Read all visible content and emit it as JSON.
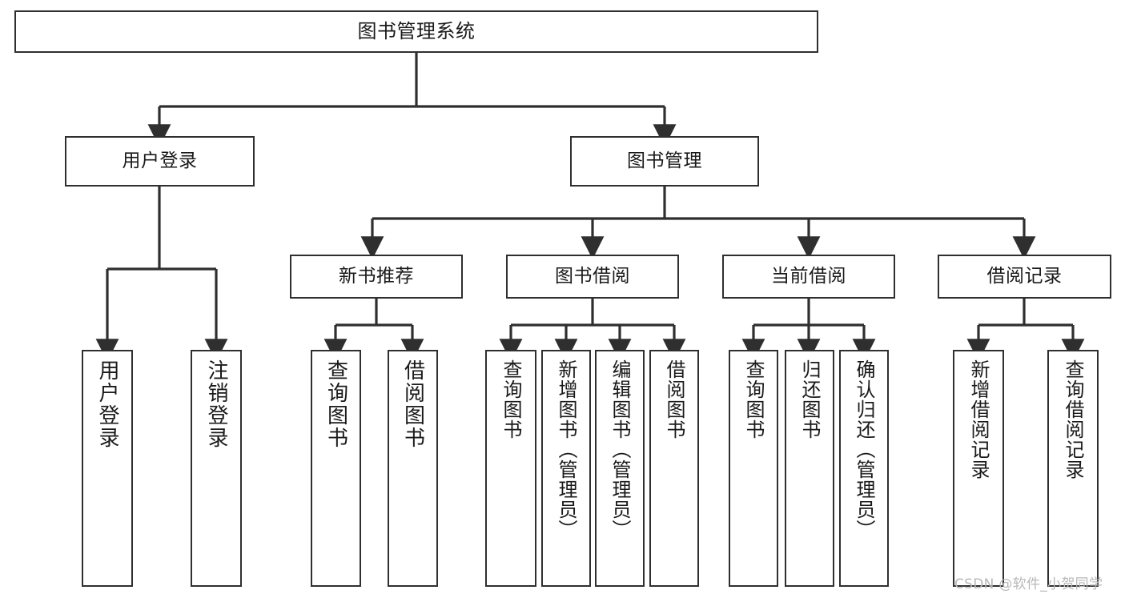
{
  "diagram": {
    "title": "图书管理系统",
    "type": "hierarchy-tree",
    "stroke_color": "#2f2f2f",
    "fill_color": "#ffffff",
    "text_color": "#1a1a1a",
    "nodes": {
      "root": {
        "label": "图书管理系统",
        "level": 0
      },
      "user_login": {
        "label": "用户登录",
        "level": 1
      },
      "book_manage": {
        "label": "图书管理",
        "level": 1
      },
      "new_book_rec": {
        "label": "新书推荐",
        "level": 2
      },
      "book_borrow": {
        "label": "图书借阅",
        "level": 2
      },
      "current_borrow": {
        "label": "当前借阅",
        "level": 2
      },
      "borrow_record": {
        "label": "借阅记录",
        "level": 2
      },
      "leaf_user_login": {
        "label": "用户登录",
        "level": 3
      },
      "leaf_logout": {
        "label": "注销登录",
        "level": 3
      },
      "leaf_query_book_1": {
        "label": "查询图书",
        "level": 3
      },
      "leaf_borrow_book_1": {
        "label": "借阅图书",
        "level": 3
      },
      "leaf_query_book_2": {
        "label": "查询图书",
        "level": 3
      },
      "leaf_add_book": {
        "label": "新增图书（管理员）",
        "level": 3
      },
      "leaf_edit_book": {
        "label": "编辑图书（管理员）",
        "level": 3
      },
      "leaf_borrow_book_2": {
        "label": "借阅图书",
        "level": 3
      },
      "leaf_query_book_3": {
        "label": "查询图书",
        "level": 3
      },
      "leaf_return_book": {
        "label": "归还图书",
        "level": 3
      },
      "leaf_confirm_return": {
        "label": "确认归还（管理员）",
        "level": 3
      },
      "leaf_add_record": {
        "label": "新增借阅记录",
        "level": 3
      },
      "leaf_query_record": {
        "label": "查询借阅记录",
        "level": 3
      }
    },
    "watermark": "CSDN @软件_小贺同学"
  }
}
